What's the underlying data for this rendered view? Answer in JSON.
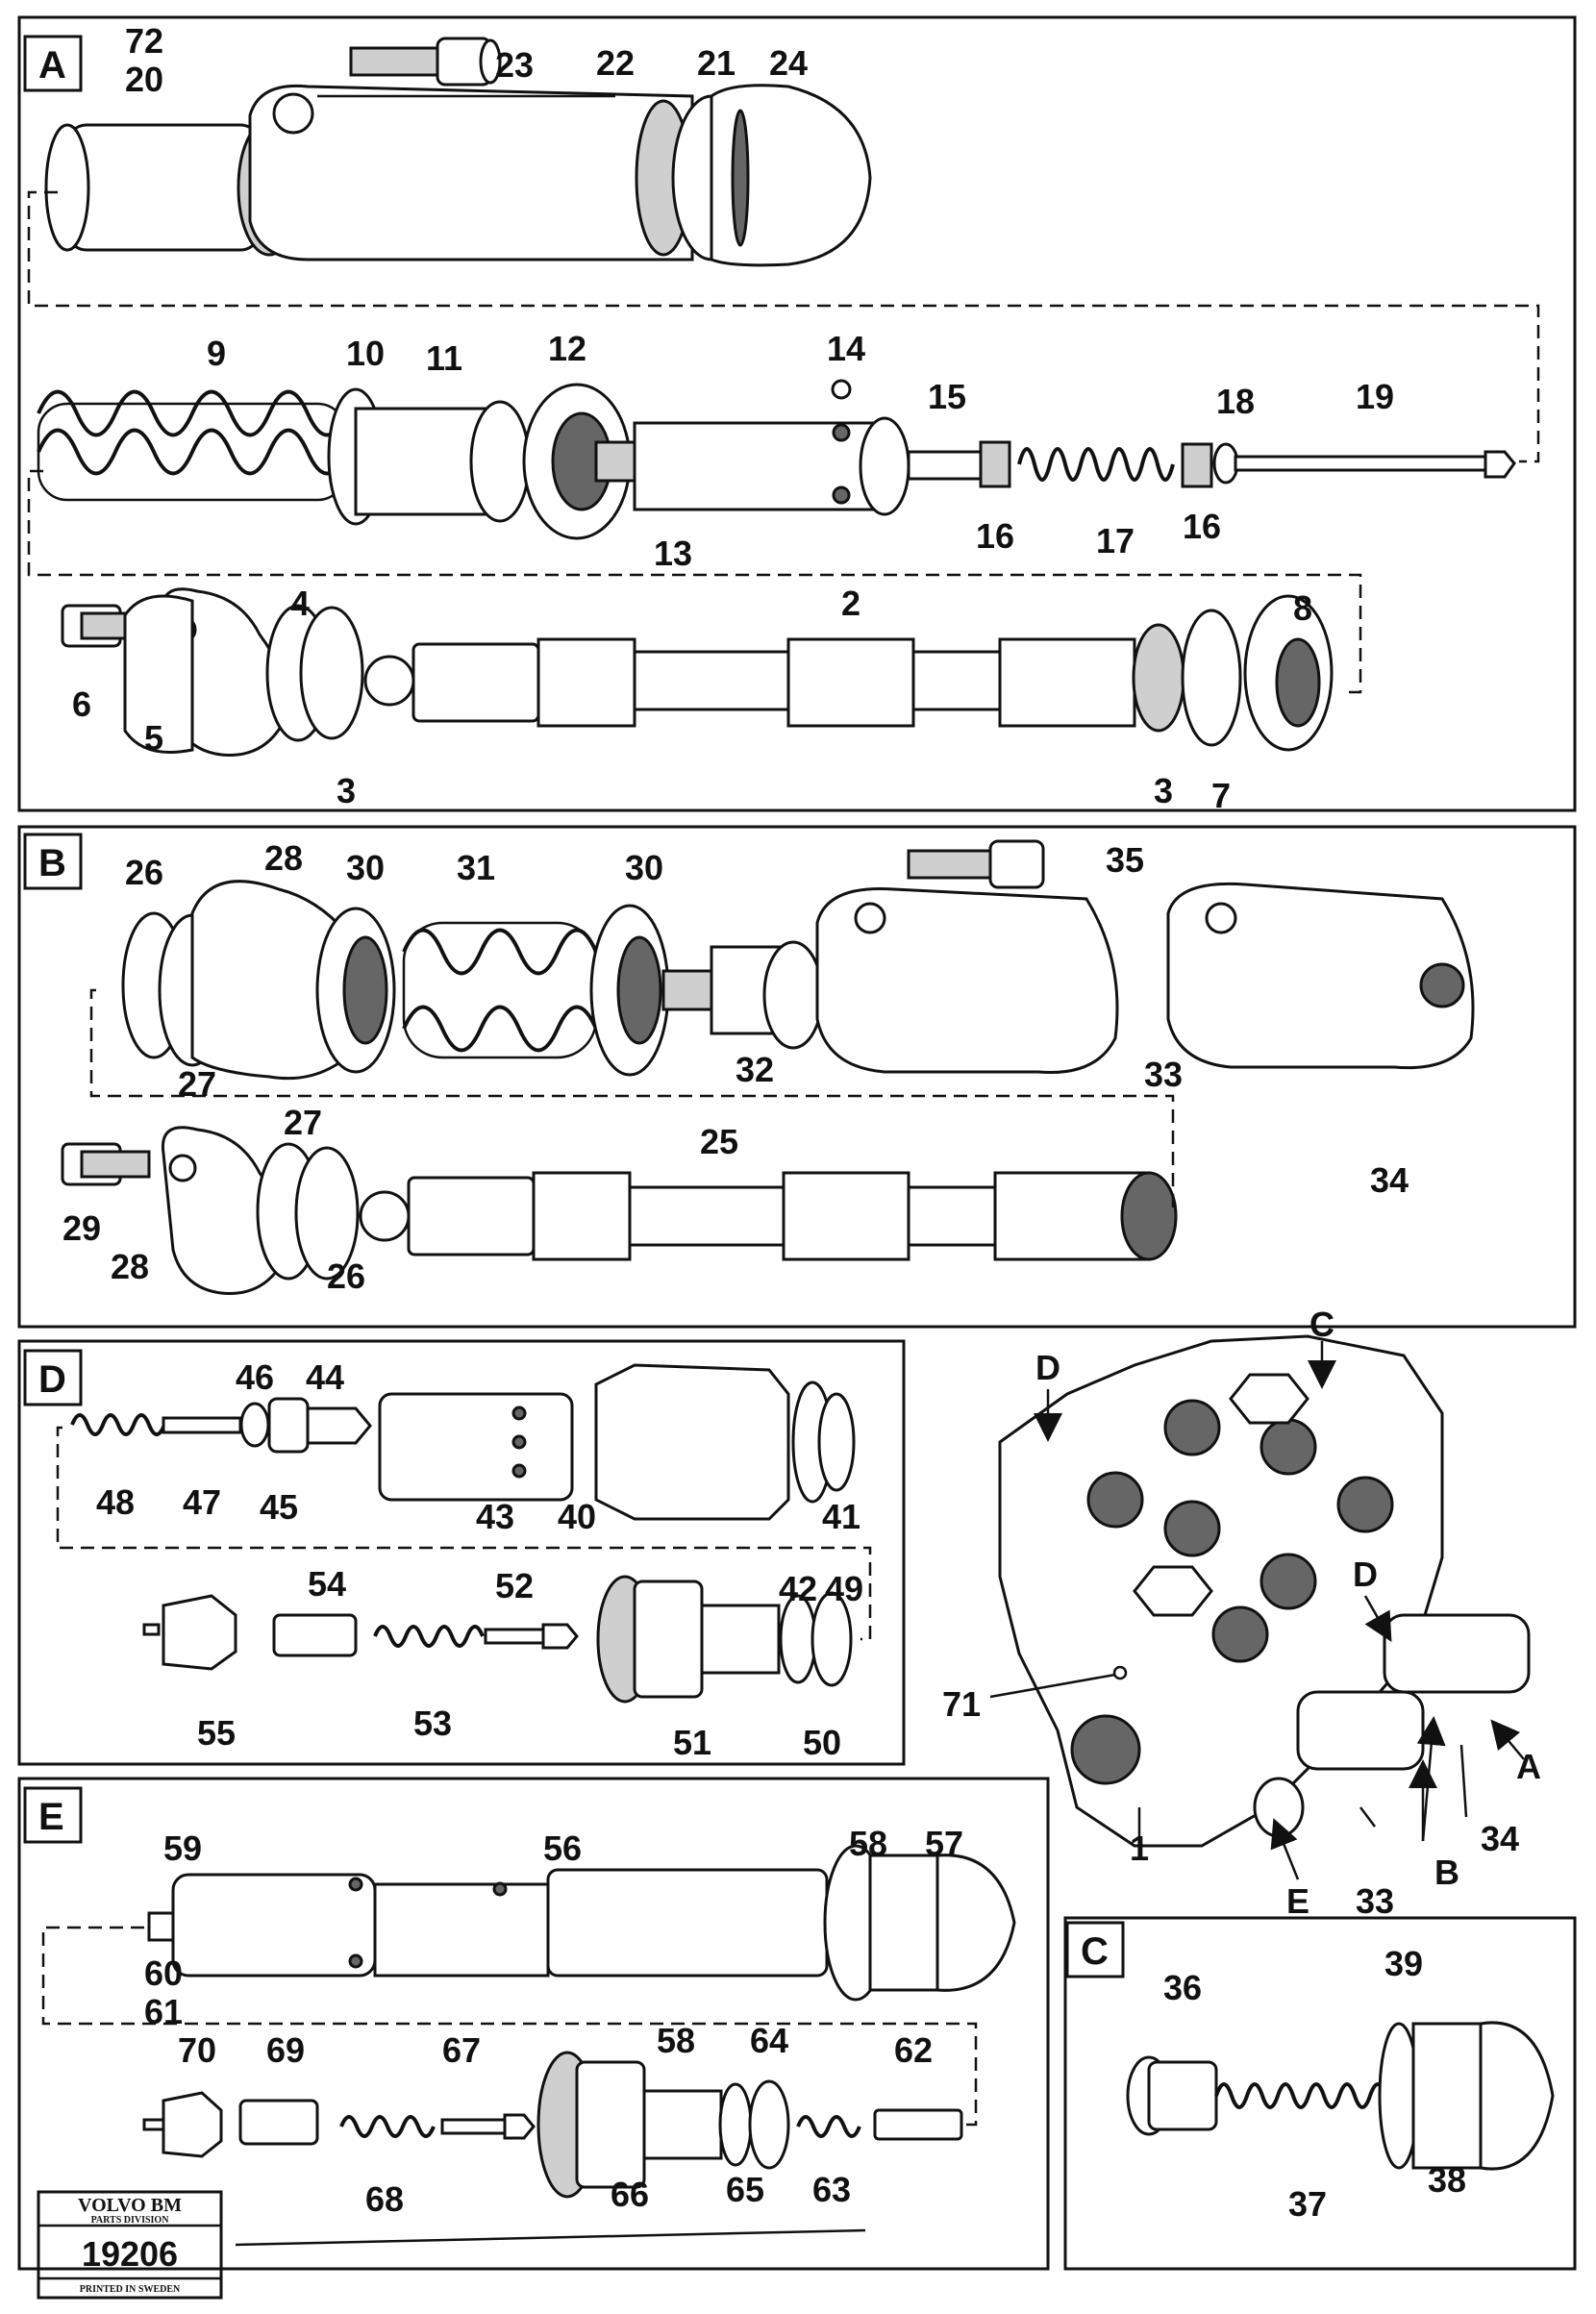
{
  "sections": {
    "A": "A",
    "B": "B",
    "C": "C",
    "D": "D",
    "E": "E"
  },
  "labels": {
    "a": [
      "72",
      "20",
      "23",
      "22",
      "21",
      "24",
      "9",
      "10",
      "11",
      "12",
      "14",
      "15",
      "18",
      "19",
      "16",
      "13",
      "17",
      "16",
      "4",
      "2",
      "8",
      "6",
      "5",
      "3",
      "3",
      "7"
    ],
    "b": [
      "26",
      "28",
      "30",
      "31",
      "30",
      "35",
      "27",
      "32",
      "33",
      "34",
      "27",
      "25",
      "29",
      "28",
      "26"
    ],
    "d": [
      "46",
      "44",
      "48",
      "47",
      "45",
      "43",
      "40",
      "41",
      "54",
      "52",
      "42",
      "49",
      "55",
      "53",
      "51",
      "50"
    ],
    "e": [
      "59",
      "56",
      "58",
      "57",
      "60",
      "61",
      "70",
      "69",
      "67",
      "58",
      "64",
      "62",
      "68",
      "66",
      "65",
      "63"
    ],
    "c": [
      "36",
      "39",
      "37",
      "38"
    ],
    "main": [
      "D",
      "C",
      "D",
      "71",
      "A",
      "1",
      "E",
      "33",
      "B",
      "34"
    ]
  },
  "logo": {
    "brand": "VOLVO BM",
    "division": "PARTS DIVISION",
    "number": "19206",
    "footer": "PRINTED IN SWEDEN"
  }
}
